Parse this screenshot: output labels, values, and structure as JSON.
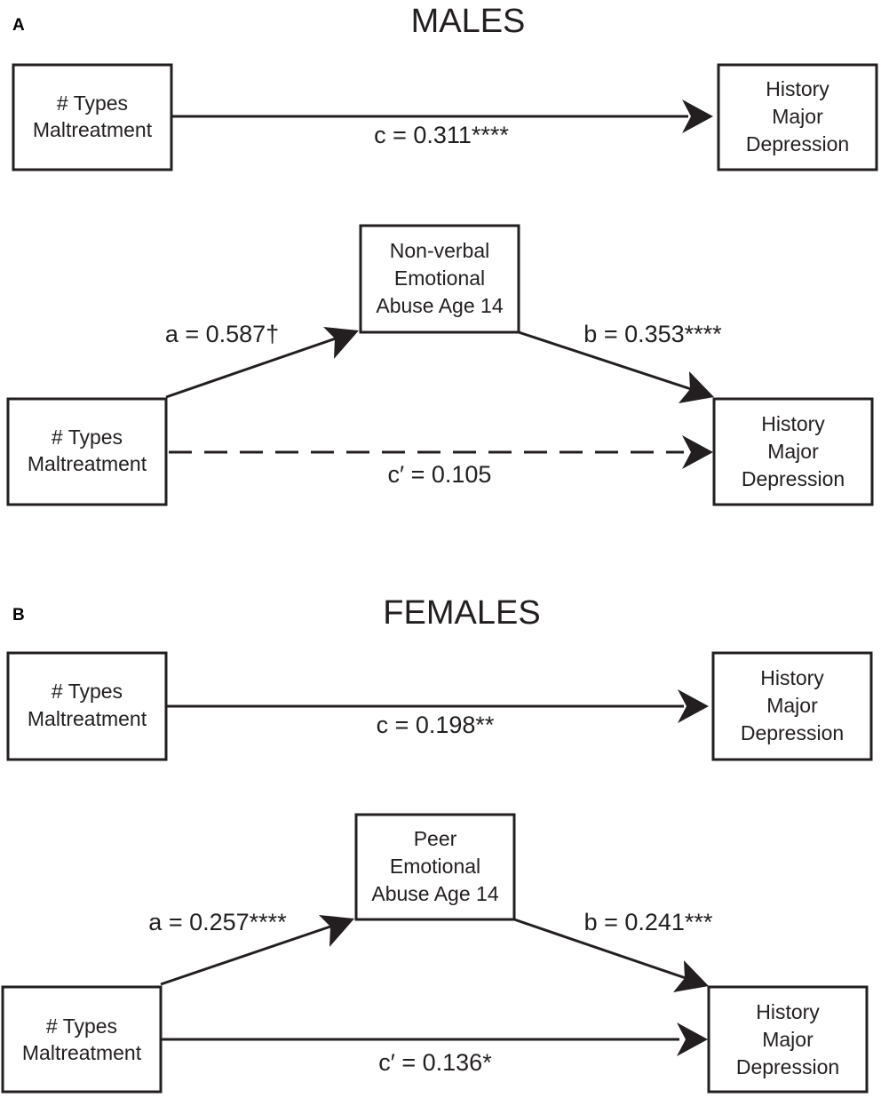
{
  "panel_a": {
    "label": "A",
    "title": "MALES",
    "total": {
      "predictor": [
        "# Types",
        "Maltreatment"
      ],
      "outcome": [
        "History",
        "Major",
        "Depression"
      ],
      "c": "c = 0.311****"
    },
    "mediation": {
      "predictor": [
        "# Types",
        "Maltreatment"
      ],
      "mediator": [
        "Non-verbal",
        "Emotional",
        "Abuse Age 14"
      ],
      "outcome": [
        "History",
        "Major",
        "Depression"
      ],
      "a": "a = 0.587†",
      "b": "b = 0.353****",
      "c_prime": "c′ = 0.105"
    }
  },
  "panel_b": {
    "label": "B",
    "title": "FEMALES",
    "total": {
      "predictor": [
        "# Types",
        "Maltreatment"
      ],
      "outcome": [
        "History",
        "Major",
        "Depression"
      ],
      "c": "c = 0.198**"
    },
    "mediation": {
      "predictor": [
        "# Types",
        "Maltreatment"
      ],
      "mediator": [
        "Peer",
        "Emotional",
        "Abuse Age 14"
      ],
      "outcome": [
        "History",
        "Major",
        "Depression"
      ],
      "a": "a = 0.257****",
      "b": "b = 0.241***",
      "c_prime": "c′ = 0.136*"
    }
  }
}
